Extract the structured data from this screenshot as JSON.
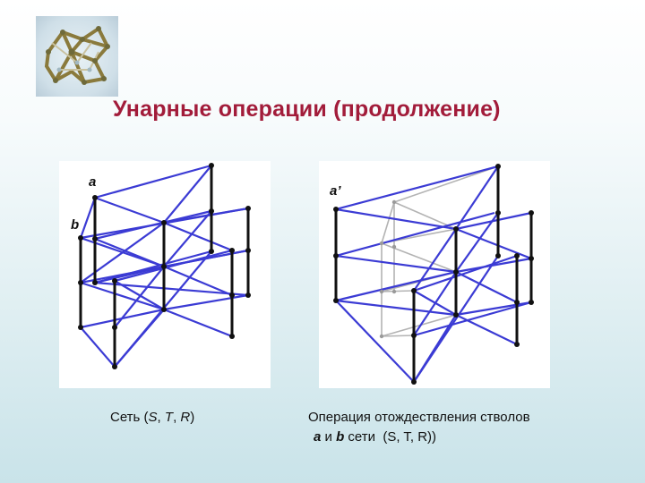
{
  "title": "Унарные операции (продолжение)",
  "logo_icon": "molecular-network-icon",
  "left_panel": {
    "label_a": "a",
    "label_b": "b",
    "caption": {
      "prefix": "Сеть (",
      "s": "S",
      "sep1": ", ",
      "t": "T",
      "sep2": ", ",
      "r": "R",
      "suffix": ")"
    }
  },
  "right_panel": {
    "label_a": "a’",
    "caption_line1": "Операция отождествления стволов",
    "caption_line2": {
      "a": "a",
      "mid": " и ",
      "b": "b",
      "tail": " сети  (S, T, R))"
    }
  },
  "colors": {
    "title": "#a21c3a",
    "edge_blue": "#3b3bd4",
    "edge_black": "#111111",
    "edge_gray": "#b3b3b3"
  }
}
